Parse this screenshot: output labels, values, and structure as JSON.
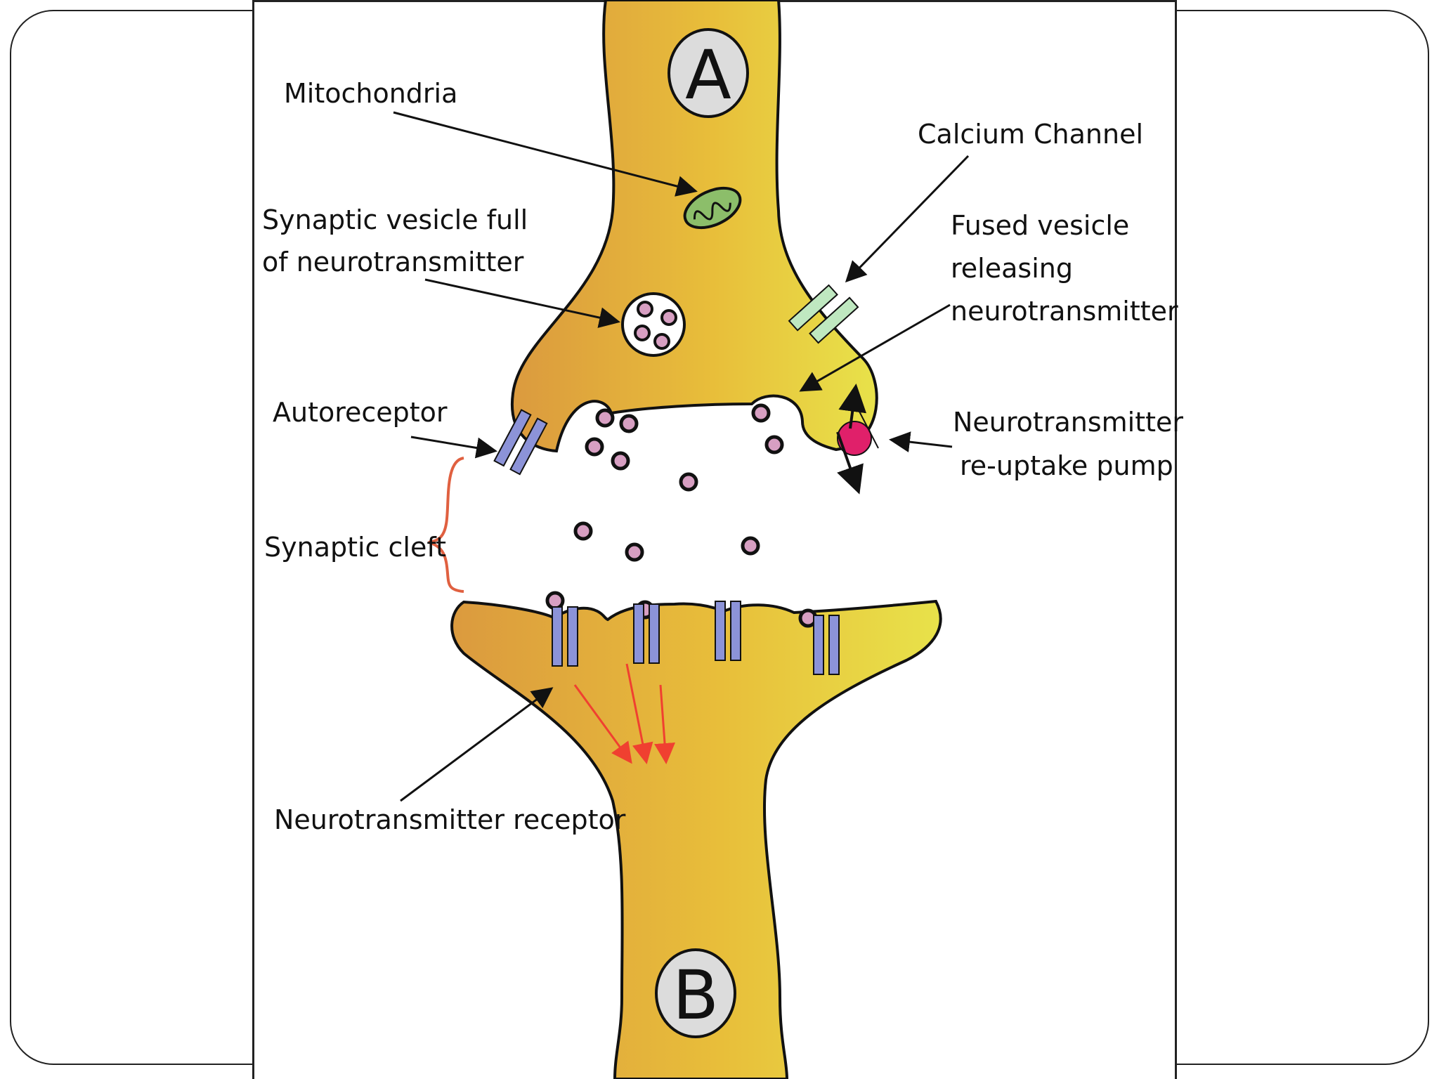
{
  "neurons": {
    "presynaptic": "A",
    "postsynaptic": "B"
  },
  "labels": {
    "mitochondria": "Mitochondria",
    "calcium_channel": "Calcium Channel",
    "synaptic_vesicle_1": "Synaptic vesicle full",
    "synaptic_vesicle_2": "of neurotransmitter",
    "fused_vesicle_1": "Fused vesicle",
    "fused_vesicle_2": "releasing",
    "fused_vesicle_3": "neurotransmitter",
    "autoreceptor": "Autoreceptor",
    "reuptake_1": "Neurotransmitter",
    "reuptake_2": "re-uptake pump",
    "synaptic_cleft": "Synaptic cleft",
    "nt_receptor": "Neurotransmitter receptor"
  },
  "colors": {
    "neuron_fill": "#E8B93A",
    "neuron_shade": "#DFA040",
    "neuron_light": "#E8E048",
    "receptor": "#8C93D8",
    "calcium_channel": "#BFE8C0",
    "mitochondria": "#8CBE6A",
    "vesicle_dot": "#D79FC2",
    "reuptake_pump": "#E0206A",
    "cleft_brace": "#E06040",
    "signal_arrow": "#F04030"
  }
}
